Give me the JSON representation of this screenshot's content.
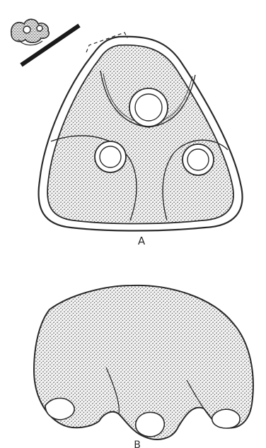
{
  "figures": [
    {
      "id": "A",
      "label": "A",
      "description_shape": "triangular pollen grain, polar view"
    },
    {
      "id": "B",
      "label": "B",
      "description_shape": "pollen grain, side view"
    }
  ],
  "colors": {
    "ink": "#2a2a2a",
    "stipple_fill": "#8a8a8a",
    "background": "#ffffff"
  },
  "icons": {
    "inset": "sketch-icon",
    "scale_bar": "scale-bar"
  }
}
